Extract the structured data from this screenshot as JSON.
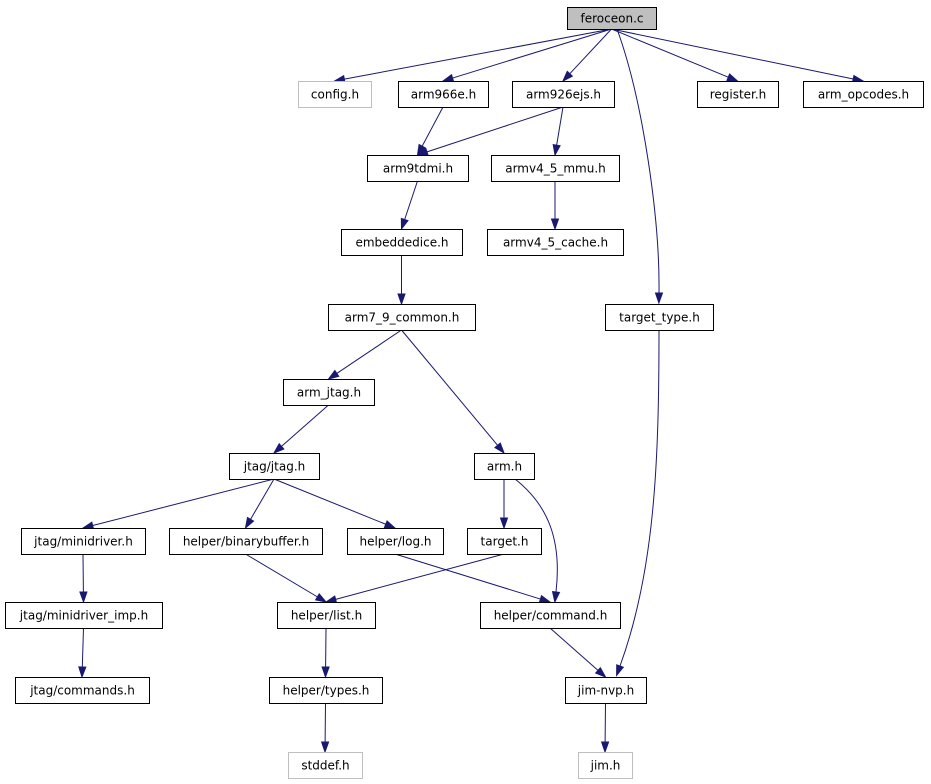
{
  "diagram": {
    "nodes": [
      {
        "id": "feroceon_c",
        "label": "feroceon.c",
        "kind": "root"
      },
      {
        "id": "config_h",
        "label": "config.h",
        "kind": "ext"
      },
      {
        "id": "arm966e_h",
        "label": "arm966e.h",
        "kind": "normal"
      },
      {
        "id": "arm926ejs_h",
        "label": "arm926ejs.h",
        "kind": "normal"
      },
      {
        "id": "register_h",
        "label": "register.h",
        "kind": "normal"
      },
      {
        "id": "arm_opcodes_h",
        "label": "arm_opcodes.h",
        "kind": "normal"
      },
      {
        "id": "arm9tdmi_h",
        "label": "arm9tdmi.h",
        "kind": "normal"
      },
      {
        "id": "armv4_5_mmu_h",
        "label": "armv4_5_mmu.h",
        "kind": "normal"
      },
      {
        "id": "embeddedice_h",
        "label": "embeddedice.h",
        "kind": "normal"
      },
      {
        "id": "armv4_5_cache_h",
        "label": "armv4_5_cache.h",
        "kind": "normal"
      },
      {
        "id": "arm7_9_common_h",
        "label": "arm7_9_common.h",
        "kind": "normal"
      },
      {
        "id": "target_type_h",
        "label": "target_type.h",
        "kind": "normal"
      },
      {
        "id": "arm_jtag_h",
        "label": "arm_jtag.h",
        "kind": "normal"
      },
      {
        "id": "jtag_jtag_h",
        "label": "jtag/jtag.h",
        "kind": "normal"
      },
      {
        "id": "arm_h",
        "label": "arm.h",
        "kind": "normal"
      },
      {
        "id": "jtag_minidriver_h",
        "label": "jtag/minidriver.h",
        "kind": "normal"
      },
      {
        "id": "helper_binarybuffer_h",
        "label": "helper/binarybuffer.h",
        "kind": "normal"
      },
      {
        "id": "helper_log_h",
        "label": "helper/log.h",
        "kind": "normal"
      },
      {
        "id": "target_h",
        "label": "target.h",
        "kind": "normal"
      },
      {
        "id": "jtag_minidriver_imp_h",
        "label": "jtag/minidriver_imp.h",
        "kind": "normal"
      },
      {
        "id": "helper_list_h",
        "label": "helper/list.h",
        "kind": "normal"
      },
      {
        "id": "helper_command_h",
        "label": "helper/command.h",
        "kind": "normal"
      },
      {
        "id": "jtag_commands_h",
        "label": "jtag/commands.h",
        "kind": "normal"
      },
      {
        "id": "helper_types_h",
        "label": "helper/types.h",
        "kind": "normal"
      },
      {
        "id": "jim_nvp_h",
        "label": "jim-nvp.h",
        "kind": "normal"
      },
      {
        "id": "stddef_h",
        "label": "stddef.h",
        "kind": "ext"
      },
      {
        "id": "jim_h",
        "label": "jim.h",
        "kind": "ext"
      }
    ],
    "edges": [
      {
        "from": "feroceon_c",
        "to": "config_h"
      },
      {
        "from": "feroceon_c",
        "to": "arm966e_h"
      },
      {
        "from": "feroceon_c",
        "to": "arm926ejs_h"
      },
      {
        "from": "feroceon_c",
        "to": "register_h"
      },
      {
        "from": "feroceon_c",
        "to": "arm_opcodes_h"
      },
      {
        "from": "feroceon_c",
        "to": "target_type_h"
      },
      {
        "from": "arm966e_h",
        "to": "arm9tdmi_h"
      },
      {
        "from": "arm926ejs_h",
        "to": "arm9tdmi_h"
      },
      {
        "from": "arm926ejs_h",
        "to": "armv4_5_mmu_h"
      },
      {
        "from": "arm9tdmi_h",
        "to": "embeddedice_h"
      },
      {
        "from": "armv4_5_mmu_h",
        "to": "armv4_5_cache_h"
      },
      {
        "from": "embeddedice_h",
        "to": "arm7_9_common_h"
      },
      {
        "from": "arm7_9_common_h",
        "to": "arm_jtag_h"
      },
      {
        "from": "arm7_9_common_h",
        "to": "arm_h"
      },
      {
        "from": "arm_jtag_h",
        "to": "jtag_jtag_h"
      },
      {
        "from": "jtag_jtag_h",
        "to": "jtag_minidriver_h"
      },
      {
        "from": "jtag_jtag_h",
        "to": "helper_binarybuffer_h"
      },
      {
        "from": "jtag_jtag_h",
        "to": "helper_log_h"
      },
      {
        "from": "arm_h",
        "to": "target_h"
      },
      {
        "from": "arm_h",
        "to": "helper_command_h"
      },
      {
        "from": "jtag_minidriver_h",
        "to": "jtag_minidriver_imp_h"
      },
      {
        "from": "jtag_minidriver_imp_h",
        "to": "jtag_commands_h"
      },
      {
        "from": "helper_binarybuffer_h",
        "to": "helper_list_h"
      },
      {
        "from": "helper_log_h",
        "to": "helper_command_h"
      },
      {
        "from": "target_h",
        "to": "helper_list_h"
      },
      {
        "from": "helper_list_h",
        "to": "helper_types_h"
      },
      {
        "from": "helper_types_h",
        "to": "stddef_h"
      },
      {
        "from": "helper_command_h",
        "to": "jim_nvp_h"
      },
      {
        "from": "target_type_h",
        "to": "jim_nvp_h"
      },
      {
        "from": "jim_nvp_h",
        "to": "jim_h"
      }
    ]
  }
}
